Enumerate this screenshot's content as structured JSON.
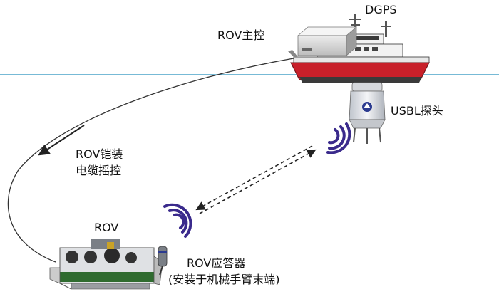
{
  "labels": {
    "dgps": "DGPS",
    "rov_main_control": "ROV主控",
    "usbl_probe": "USBL探头",
    "cable_line1": "ROV铠装",
    "cable_line2": "电缆摇控",
    "rov": "ROV",
    "transponder_line1": "ROV应答器",
    "transponder_line2": "(安装于机械手臂末端)"
  },
  "colors": {
    "sea_line": "#4aa3c9",
    "hull_red": "#c8202a",
    "signal_purple": "#3a2a8c"
  }
}
